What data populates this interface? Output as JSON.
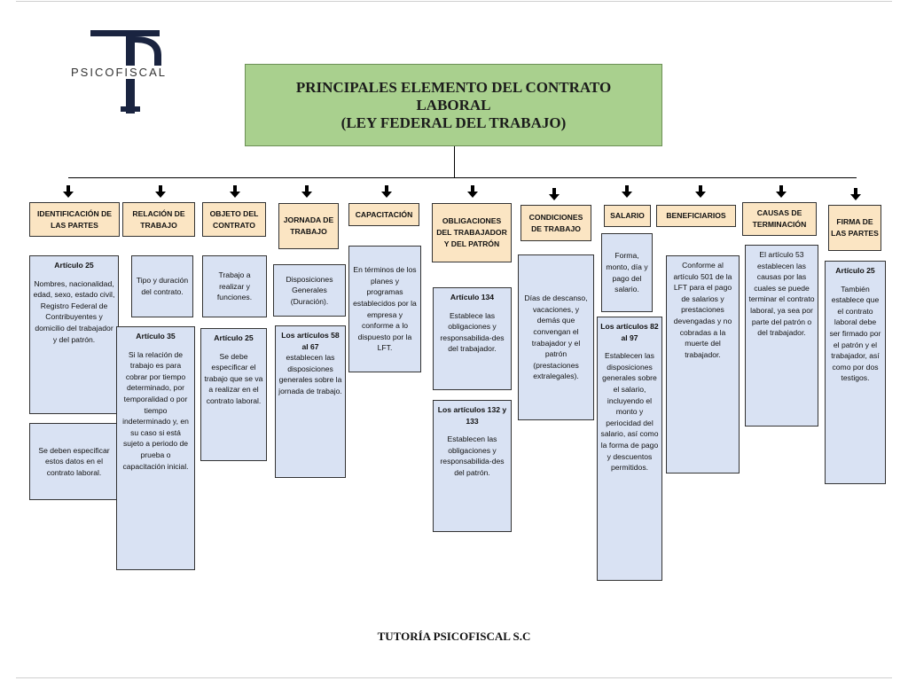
{
  "logo": {
    "text": "PSICOFISCAL",
    "icon": "p-monogram-icon",
    "color": "#1a2440"
  },
  "title": {
    "line1": "PRINCIPALES ELEMENTO DEL CONTRATO",
    "line2": "LABORAL",
    "line3": "(LEY FEDERAL DEL TRABAJO)"
  },
  "colors": {
    "title_fill": "#a9d08e",
    "header_fill": "#fbe5c3",
    "content_fill": "#d9e2f3"
  },
  "headers": [
    "IDENTIFICACIÓN DE LAS PARTES",
    "RELACIÓN DE TRABAJO",
    "OBJETO DEL CONTRATO",
    "JORNADA DE TRABAJO",
    "CAPACITACIÓN",
    "OBLIGACIONES DEL TRABAJADOR Y DEL PATRÓN",
    "CONDICIONES DE TRABAJO",
    "SALARIO",
    "BENEFICIARIOS",
    "CAUSAS DE TERMINACIÓN",
    "FIRMA DE LAS PARTES"
  ],
  "boxes": {
    "c1a": {
      "bold": "Artículo 25",
      "text": "Nombres, nacionalidad, edad, sexo, estado civil, Registro Federal de Contribuyentes y domicilio del trabajador y del patrón."
    },
    "c1b": {
      "bold": "",
      "text": "Se deben especificar estos datos en el contrato laboral."
    },
    "c2a": {
      "bold": "",
      "text": "Tipo y duración del contrato."
    },
    "c2b": {
      "bold": "Artículo 35",
      "text": "Si la relación de trabajo es para cobrar por tiempo determinado, por temporalidad o por tiempo indeterminado y, en su caso si está sujeto a periodo de prueba o capacitación inicial."
    },
    "c3a": {
      "bold": "",
      "text": "Trabajo a realizar y funciones."
    },
    "c3b": {
      "bold": "Artículo 25",
      "text": "Se debe especificar el trabajo que se va a realizar en el contrato laboral."
    },
    "c4a": {
      "bold": "",
      "text": "Disposiciones Generales (Duración)."
    },
    "c4b": {
      "bold": "Los artículos 58 al 67",
      "text": "establecen las disposiciones generales sobre la jornada de trabajo."
    },
    "c5a": {
      "bold": "",
      "text": "En términos de los planes y programas establecidos por la empresa y conforme a lo dispuesto por la LFT."
    },
    "c6a": {
      "bold": "Artículo 134",
      "text": "Establece las obligaciones y responsabilida-des del trabajador."
    },
    "c6b": {
      "bold": "Los artículos 132 y 133",
      "text": "Establecen las obligaciones y responsabilida-des del patrón."
    },
    "c7a": {
      "bold": "",
      "text": "Días de descanso, vacaciones, y demás que convengan el trabajador y el patrón (prestaciones extralegales)."
    },
    "c8a": {
      "bold": "",
      "text": "Forma, monto, día y pago del salario."
    },
    "c8b": {
      "bold": "Los artículos 82 al 97",
      "text": "Establecen las disposiciones generales sobre el salario, incluyendo el monto y periocidad del salario, así como la forma de pago y descuentos permitidos."
    },
    "c9a": {
      "bold": "",
      "text": "Conforme al artículo 501 de la LFT para el pago de salarios y prestaciones devengadas y no cobradas a la muerte del trabajador."
    },
    "c10a": {
      "bold": "",
      "text": "El artículo 53 establecen las causas por las cuales se puede terminar el contrato laboral, ya sea por parte del patrón o del trabajador."
    },
    "c11a": {
      "bold": "Artículo 25",
      "text": "También establece que el contrato laboral debe ser firmado por el patrón y el trabajador, así como por dos testigos."
    }
  },
  "footer": "TUTORÍA PSICOFISCAL S.C"
}
